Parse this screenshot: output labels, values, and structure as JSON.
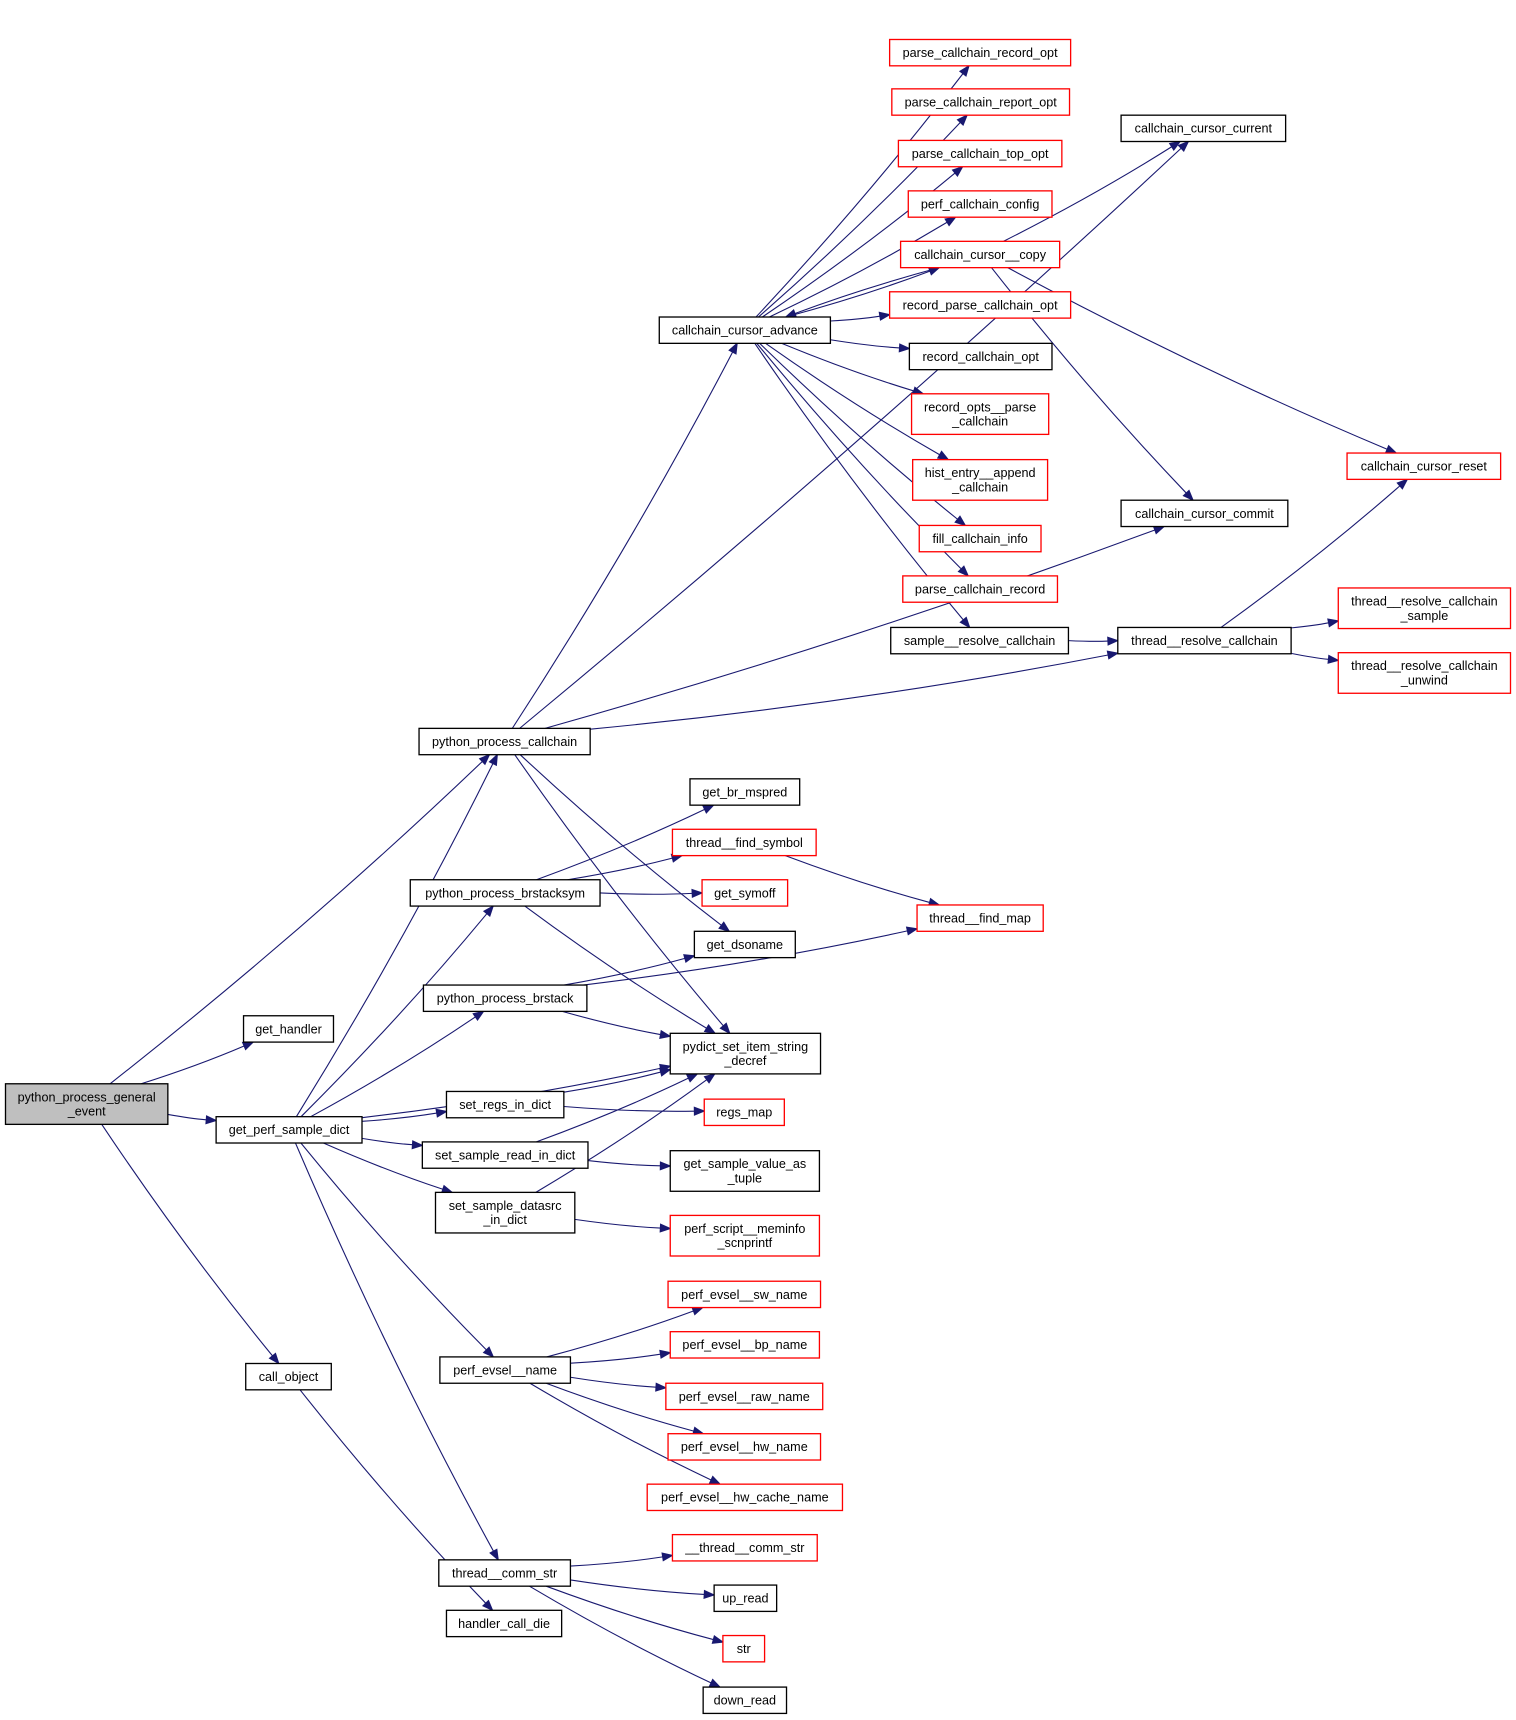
{
  "title": "Call graph of python_process_general_event",
  "colors": {
    "root_fill": "#bfbfbf",
    "node_fill": "#ffffff",
    "documented_border": "#000000",
    "undocumented_border": "#ff0000",
    "edge": "#191970"
  },
  "nodes": [
    {
      "id": "python_process_general_event",
      "lines": [
        "python_process_general",
        "_event"
      ],
      "style": "root"
    },
    {
      "id": "get_handler",
      "lines": [
        "get_handler"
      ],
      "style": "black"
    },
    {
      "id": "get_perf_sample_dict",
      "lines": [
        "get_perf_sample_dict"
      ],
      "style": "black"
    },
    {
      "id": "call_object",
      "lines": [
        "call_object"
      ],
      "style": "black"
    },
    {
      "id": "python_process_callchain",
      "lines": [
        "python_process_callchain"
      ],
      "style": "black"
    },
    {
      "id": "python_process_brstacksym",
      "lines": [
        "python_process_brstacksym"
      ],
      "style": "black"
    },
    {
      "id": "python_process_brstack",
      "lines": [
        "python_process_brstack"
      ],
      "style": "black"
    },
    {
      "id": "set_regs_in_dict",
      "lines": [
        "set_regs_in_dict"
      ],
      "style": "black"
    },
    {
      "id": "set_sample_read_in_dict",
      "lines": [
        "set_sample_read_in_dict"
      ],
      "style": "black"
    },
    {
      "id": "set_sample_datasrc_in_dict",
      "lines": [
        "set_sample_datasrc",
        "_in_dict"
      ],
      "style": "black"
    },
    {
      "id": "perf_evsel__name",
      "lines": [
        "perf_evsel__name"
      ],
      "style": "black"
    },
    {
      "id": "thread__comm_str",
      "lines": [
        "thread__comm_str"
      ],
      "style": "black"
    },
    {
      "id": "handler_call_die",
      "lines": [
        "handler_call_die"
      ],
      "style": "black"
    },
    {
      "id": "callchain_cursor_advance",
      "lines": [
        "callchain_cursor_advance"
      ],
      "style": "black"
    },
    {
      "id": "get_br_mspred",
      "lines": [
        "get_br_mspred"
      ],
      "style": "black"
    },
    {
      "id": "thread__find_symbol",
      "lines": [
        "thread__find_symbol"
      ],
      "style": "red"
    },
    {
      "id": "get_symoff",
      "lines": [
        "get_symoff"
      ],
      "style": "red"
    },
    {
      "id": "get_dsoname",
      "lines": [
        "get_dsoname"
      ],
      "style": "black"
    },
    {
      "id": "pydict_set_item_string_decref",
      "lines": [
        "pydict_set_item_string",
        "_decref"
      ],
      "style": "black"
    },
    {
      "id": "regs_map",
      "lines": [
        "regs_map"
      ],
      "style": "red"
    },
    {
      "id": "get_sample_value_as_tuple",
      "lines": [
        "get_sample_value_as",
        "_tuple"
      ],
      "style": "black"
    },
    {
      "id": "perf_script__meminfo_scnprintf",
      "lines": [
        "perf_script__meminfo",
        "_scnprintf"
      ],
      "style": "red"
    },
    {
      "id": "perf_evsel__sw_name",
      "lines": [
        "perf_evsel__sw_name"
      ],
      "style": "red"
    },
    {
      "id": "perf_evsel__bp_name",
      "lines": [
        "perf_evsel__bp_name"
      ],
      "style": "red"
    },
    {
      "id": "perf_evsel__raw_name",
      "lines": [
        "perf_evsel__raw_name"
      ],
      "style": "red"
    },
    {
      "id": "perf_evsel__hw_name",
      "lines": [
        "perf_evsel__hw_name"
      ],
      "style": "red"
    },
    {
      "id": "perf_evsel__hw_cache_name",
      "lines": [
        "perf_evsel__hw_cache_name"
      ],
      "style": "red"
    },
    {
      "id": "__thread__comm_str",
      "lines": [
        "__thread__comm_str"
      ],
      "style": "red"
    },
    {
      "id": "up_read",
      "lines": [
        "up_read"
      ],
      "style": "black"
    },
    {
      "id": "str",
      "lines": [
        "str"
      ],
      "style": "red"
    },
    {
      "id": "down_read",
      "lines": [
        "down_read"
      ],
      "style": "black"
    },
    {
      "id": "parse_callchain_record_opt",
      "lines": [
        "parse_callchain_record_opt"
      ],
      "style": "red"
    },
    {
      "id": "parse_callchain_report_opt",
      "lines": [
        "parse_callchain_report_opt"
      ],
      "style": "red"
    },
    {
      "id": "parse_callchain_top_opt",
      "lines": [
        "parse_callchain_top_opt"
      ],
      "style": "red"
    },
    {
      "id": "perf_callchain_config",
      "lines": [
        "perf_callchain_config"
      ],
      "style": "red"
    },
    {
      "id": "callchain_cursor__copy",
      "lines": [
        "callchain_cursor__copy"
      ],
      "style": "red"
    },
    {
      "id": "record_parse_callchain_opt",
      "lines": [
        "record_parse_callchain_opt"
      ],
      "style": "red"
    },
    {
      "id": "record_callchain_opt",
      "lines": [
        "record_callchain_opt"
      ],
      "style": "black"
    },
    {
      "id": "record_opts__parse_callchain",
      "lines": [
        "record_opts__parse",
        "_callchain"
      ],
      "style": "red"
    },
    {
      "id": "hist_entry__append_callchain",
      "lines": [
        "hist_entry__append",
        "_callchain"
      ],
      "style": "red"
    },
    {
      "id": "fill_callchain_info",
      "lines": [
        "fill_callchain_info"
      ],
      "style": "red"
    },
    {
      "id": "parse_callchain_record",
      "lines": [
        "parse_callchain_record"
      ],
      "style": "red"
    },
    {
      "id": "sample__resolve_callchain",
      "lines": [
        "sample__resolve_callchain"
      ],
      "style": "black"
    },
    {
      "id": "thread__find_map",
      "lines": [
        "thread__find_map"
      ],
      "style": "red"
    },
    {
      "id": "callchain_cursor_current",
      "lines": [
        "callchain_cursor_current"
      ],
      "style": "black"
    },
    {
      "id": "callchain_cursor_commit",
      "lines": [
        "callchain_cursor_commit"
      ],
      "style": "black"
    },
    {
      "id": "callchain_cursor_reset",
      "lines": [
        "callchain_cursor_reset"
      ],
      "style": "red"
    },
    {
      "id": "thread__resolve_callchain",
      "lines": [
        "thread__resolve_callchain"
      ],
      "style": "black"
    },
    {
      "id": "thread__resolve_callchain_sample",
      "lines": [
        "thread__resolve_callchain",
        "_sample"
      ],
      "style": "red"
    },
    {
      "id": "thread__resolve_callchain_unwind",
      "lines": [
        "thread__resolve_callchain",
        "_unwind"
      ],
      "style": "red"
    }
  ],
  "edges": [
    [
      "python_process_general_event",
      "get_handler"
    ],
    [
      "python_process_general_event",
      "python_process_callchain"
    ],
    [
      "python_process_general_event",
      "get_perf_sample_dict"
    ],
    [
      "python_process_general_event",
      "call_object"
    ],
    [
      "get_perf_sample_dict",
      "python_process_callchain"
    ],
    [
      "get_perf_sample_dict",
      "python_process_brstacksym"
    ],
    [
      "get_perf_sample_dict",
      "python_process_brstack"
    ],
    [
      "get_perf_sample_dict",
      "pydict_set_item_string_decref"
    ],
    [
      "get_perf_sample_dict",
      "set_regs_in_dict"
    ],
    [
      "get_perf_sample_dict",
      "set_sample_read_in_dict"
    ],
    [
      "get_perf_sample_dict",
      "set_sample_datasrc_in_dict"
    ],
    [
      "get_perf_sample_dict",
      "perf_evsel__name"
    ],
    [
      "get_perf_sample_dict",
      "thread__comm_str"
    ],
    [
      "call_object",
      "handler_call_die"
    ],
    [
      "python_process_callchain",
      "callchain_cursor_current"
    ],
    [
      "python_process_callchain",
      "callchain_cursor_advance"
    ],
    [
      "python_process_callchain",
      "callchain_cursor_commit"
    ],
    [
      "python_process_callchain",
      "thread__resolve_callchain"
    ],
    [
      "python_process_callchain",
      "get_dsoname"
    ],
    [
      "python_process_callchain",
      "pydict_set_item_string_decref"
    ],
    [
      "callchain_cursor_advance",
      "parse_callchain_record_opt"
    ],
    [
      "callchain_cursor_advance",
      "parse_callchain_report_opt"
    ],
    [
      "callchain_cursor_advance",
      "parse_callchain_top_opt"
    ],
    [
      "callchain_cursor_advance",
      "perf_callchain_config"
    ],
    [
      "callchain_cursor_advance",
      "callchain_cursor__copy"
    ],
    [
      "callchain_cursor__copy",
      "callchain_cursor_advance"
    ],
    [
      "callchain_cursor_advance",
      "record_parse_callchain_opt"
    ],
    [
      "callchain_cursor_advance",
      "record_callchain_opt"
    ],
    [
      "callchain_cursor_advance",
      "record_opts__parse_callchain"
    ],
    [
      "callchain_cursor_advance",
      "hist_entry__append_callchain"
    ],
    [
      "callchain_cursor_advance",
      "fill_callchain_info"
    ],
    [
      "callchain_cursor_advance",
      "parse_callchain_record"
    ],
    [
      "callchain_cursor_advance",
      "sample__resolve_callchain"
    ],
    [
      "callchain_cursor__copy",
      "callchain_cursor_current"
    ],
    [
      "callchain_cursor__copy",
      "callchain_cursor_commit"
    ],
    [
      "callchain_cursor__copy",
      "callchain_cursor_reset"
    ],
    [
      "sample__resolve_callchain",
      "thread__resolve_callchain"
    ],
    [
      "thread__resolve_callchain",
      "callchain_cursor_reset"
    ],
    [
      "thread__resolve_callchain",
      "thread__resolve_callchain_sample"
    ],
    [
      "thread__resolve_callchain",
      "thread__resolve_callchain_unwind"
    ],
    [
      "python_process_brstacksym",
      "get_br_mspred"
    ],
    [
      "python_process_brstacksym",
      "thread__find_symbol"
    ],
    [
      "python_process_brstacksym",
      "get_symoff"
    ],
    [
      "python_process_brstacksym",
      "pydict_set_item_string_decref"
    ],
    [
      "thread__find_symbol",
      "thread__find_map"
    ],
    [
      "python_process_brstack",
      "get_dsoname"
    ],
    [
      "python_process_brstack",
      "thread__find_map"
    ],
    [
      "python_process_brstack",
      "pydict_set_item_string_decref"
    ],
    [
      "set_regs_in_dict",
      "pydict_set_item_string_decref"
    ],
    [
      "set_regs_in_dict",
      "regs_map"
    ],
    [
      "set_sample_read_in_dict",
      "pydict_set_item_string_decref"
    ],
    [
      "set_sample_read_in_dict",
      "get_sample_value_as_tuple"
    ],
    [
      "set_sample_datasrc_in_dict",
      "pydict_set_item_string_decref"
    ],
    [
      "set_sample_datasrc_in_dict",
      "perf_script__meminfo_scnprintf"
    ],
    [
      "perf_evsel__name",
      "perf_evsel__sw_name"
    ],
    [
      "perf_evsel__name",
      "perf_evsel__bp_name"
    ],
    [
      "perf_evsel__name",
      "perf_evsel__raw_name"
    ],
    [
      "perf_evsel__name",
      "perf_evsel__hw_name"
    ],
    [
      "perf_evsel__name",
      "perf_evsel__hw_cache_name"
    ],
    [
      "thread__comm_str",
      "__thread__comm_str"
    ],
    [
      "thread__comm_str",
      "up_read"
    ],
    [
      "thread__comm_str",
      "str"
    ],
    [
      "thread__comm_str",
      "down_read"
    ]
  ]
}
